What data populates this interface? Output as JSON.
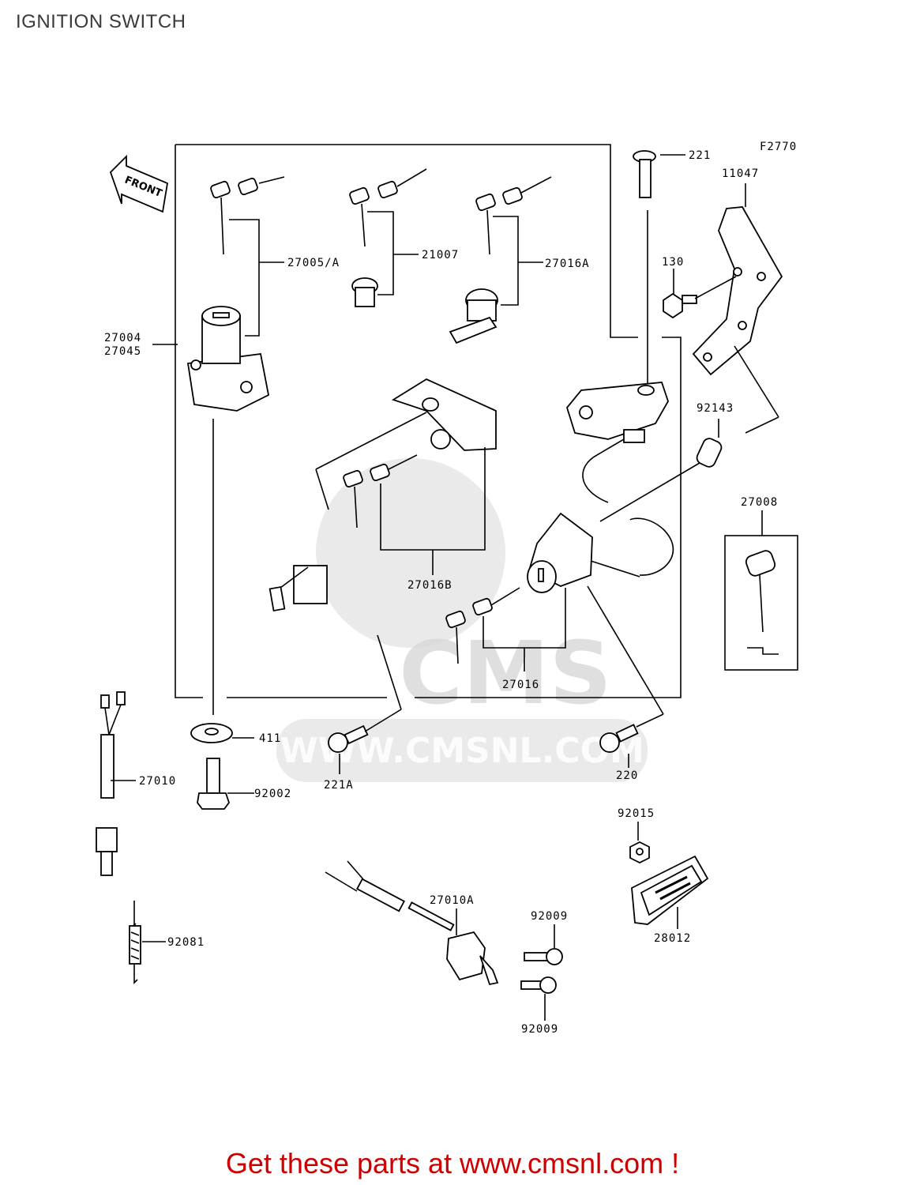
{
  "title": "IGNITION SWITCH",
  "footer": "Get these parts at www.cmsnl.com !",
  "figure_code": "F2770",
  "front_label": "FRONT",
  "watermark_text": "WWW.CMSNL.COM",
  "watermark_logo": "CMS",
  "parts": {
    "p221": "221",
    "p11047": "11047",
    "p27005A": "27005/A",
    "p21007": "21007",
    "p27016A": "27016A",
    "p130": "130",
    "p27004": "27004",
    "p27045": "27045",
    "p92143": "92143",
    "p27008": "27008",
    "p27016B": "27016B",
    "p27016": "27016",
    "p411": "411",
    "p27010": "27010",
    "p92002": "92002",
    "p221A": "221A",
    "p220": "220",
    "p92015": "92015",
    "p27010A": "27010A",
    "p92009a": "92009",
    "p92009b": "92009",
    "p28012": "28012",
    "p92081": "92081"
  }
}
